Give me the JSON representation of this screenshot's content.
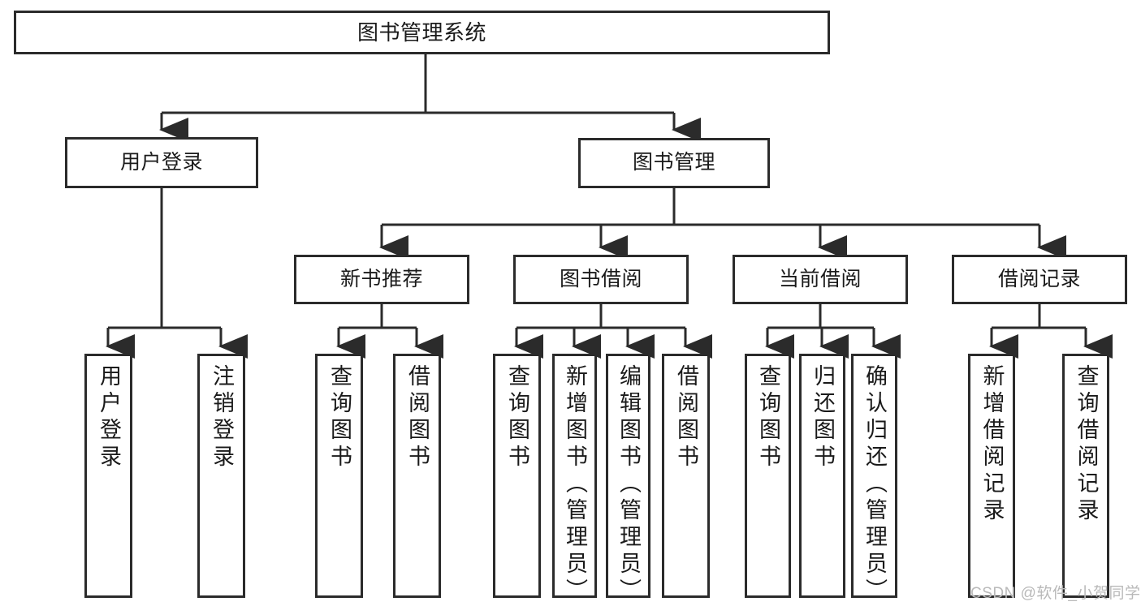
{
  "diagram": {
    "title": "图书管理系统",
    "type": "tree-hierarchy",
    "watermark": "CSDN @软件_小贺同学",
    "colors": {
      "stroke": "#2b2b2b",
      "fill": "#ffffff",
      "text": "#1a1a1a",
      "watermark": "#b9b9b9"
    }
  },
  "nodes": {
    "root": {
      "label": "图书管理系统"
    },
    "level2": [
      {
        "id": "user-login",
        "label": "用户登录"
      },
      {
        "id": "book-management",
        "label": "图书管理"
      }
    ],
    "level3": [
      {
        "id": "new-book-recommend",
        "label": "新书推荐"
      },
      {
        "id": "book-borrow",
        "label": "图书借阅"
      },
      {
        "id": "current-borrow",
        "label": "当前借阅"
      },
      {
        "id": "borrow-record",
        "label": "借阅记录"
      }
    ],
    "leaves": {
      "user-login": [
        {
          "id": "leaf-user-login",
          "label": "用户登录"
        },
        {
          "id": "leaf-logout",
          "label": "注销登录"
        }
      ],
      "new-book-recommend": [
        {
          "id": "leaf-query-book-1",
          "label": "查询图书"
        },
        {
          "id": "leaf-borrow-book-1",
          "label": "借阅图书"
        }
      ],
      "book-borrow": [
        {
          "id": "leaf-query-book-2",
          "label": "查询图书"
        },
        {
          "id": "leaf-add-book",
          "label": "新增图书（管理员）"
        },
        {
          "id": "leaf-edit-book",
          "label": "编辑图书（管理员）"
        },
        {
          "id": "leaf-borrow-book-2",
          "label": "借阅图书"
        }
      ],
      "current-borrow": [
        {
          "id": "leaf-query-book-3",
          "label": "查询图书"
        },
        {
          "id": "leaf-return-book",
          "label": "归还图书"
        },
        {
          "id": "leaf-confirm-return",
          "label": "确认归还（管理员）"
        }
      ],
      "borrow-record": [
        {
          "id": "leaf-add-record",
          "label": "新增借阅记录"
        },
        {
          "id": "leaf-query-record",
          "label": "查询借阅记录"
        }
      ]
    }
  }
}
